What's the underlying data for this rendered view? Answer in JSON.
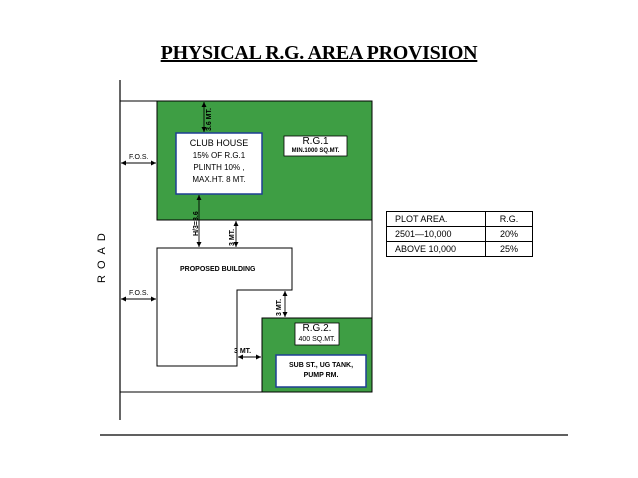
{
  "title": "PHYSICAL R.G. AREA PROVISION",
  "road_label": "ROAD",
  "fos_top": "F.O.S.",
  "fos_bottom": "F.O.S.",
  "rg1": {
    "label": "R.G.1",
    "sub": "MIN.1000 SQ.MT."
  },
  "rg2": {
    "label": "R.G.2.",
    "sub": "400 SQ.MT."
  },
  "club_house": {
    "line1": "CLUB HOUSE",
    "line2": "15% OF R.G.1",
    "line3": "PLINTH 10% ,",
    "line4": "MAX.HT. 8 MT."
  },
  "proposed_building": "PROPOSED BUILDING",
  "substation": {
    "line1": "SUB ST., UG TANK,",
    "line2": "PUMP RM."
  },
  "dims": {
    "d36": "3.6 MT.",
    "h3": "H/3=3.6",
    "d3a": "3 MT.",
    "d3b": "3 MT.",
    "d3c": "3 MT."
  },
  "table": {
    "headers": [
      "PLOT AREA.",
      "R.G."
    ],
    "rows": [
      [
        "2501—10,000",
        "20%"
      ],
      [
        "ABOVE 10,000",
        "25%"
      ]
    ]
  },
  "colors": {
    "green": "#3e9e44",
    "box_border": "#1f3f93"
  }
}
